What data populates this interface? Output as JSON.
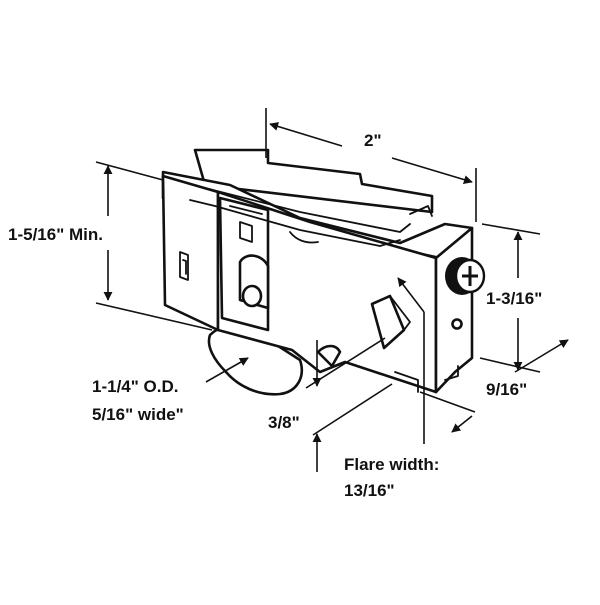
{
  "diagram": {
    "labels": {
      "width_top": "2\"",
      "height_left": "1-5/16\" Min.",
      "height_right": "1-3/16\"",
      "depth_right": "9/16\"",
      "wheel_od": "1-1/4\" O.D.",
      "wheel_width": "5/16\" wide\"",
      "offset": "3/8\"",
      "flare_title": "Flare width:",
      "flare_value": "13/16\""
    },
    "colors": {
      "line": "#111111",
      "background": "#ffffff"
    },
    "icons": {
      "adjustment_screw": "phillips-screw-icon",
      "arrowhead": "arrowhead-icon"
    }
  }
}
